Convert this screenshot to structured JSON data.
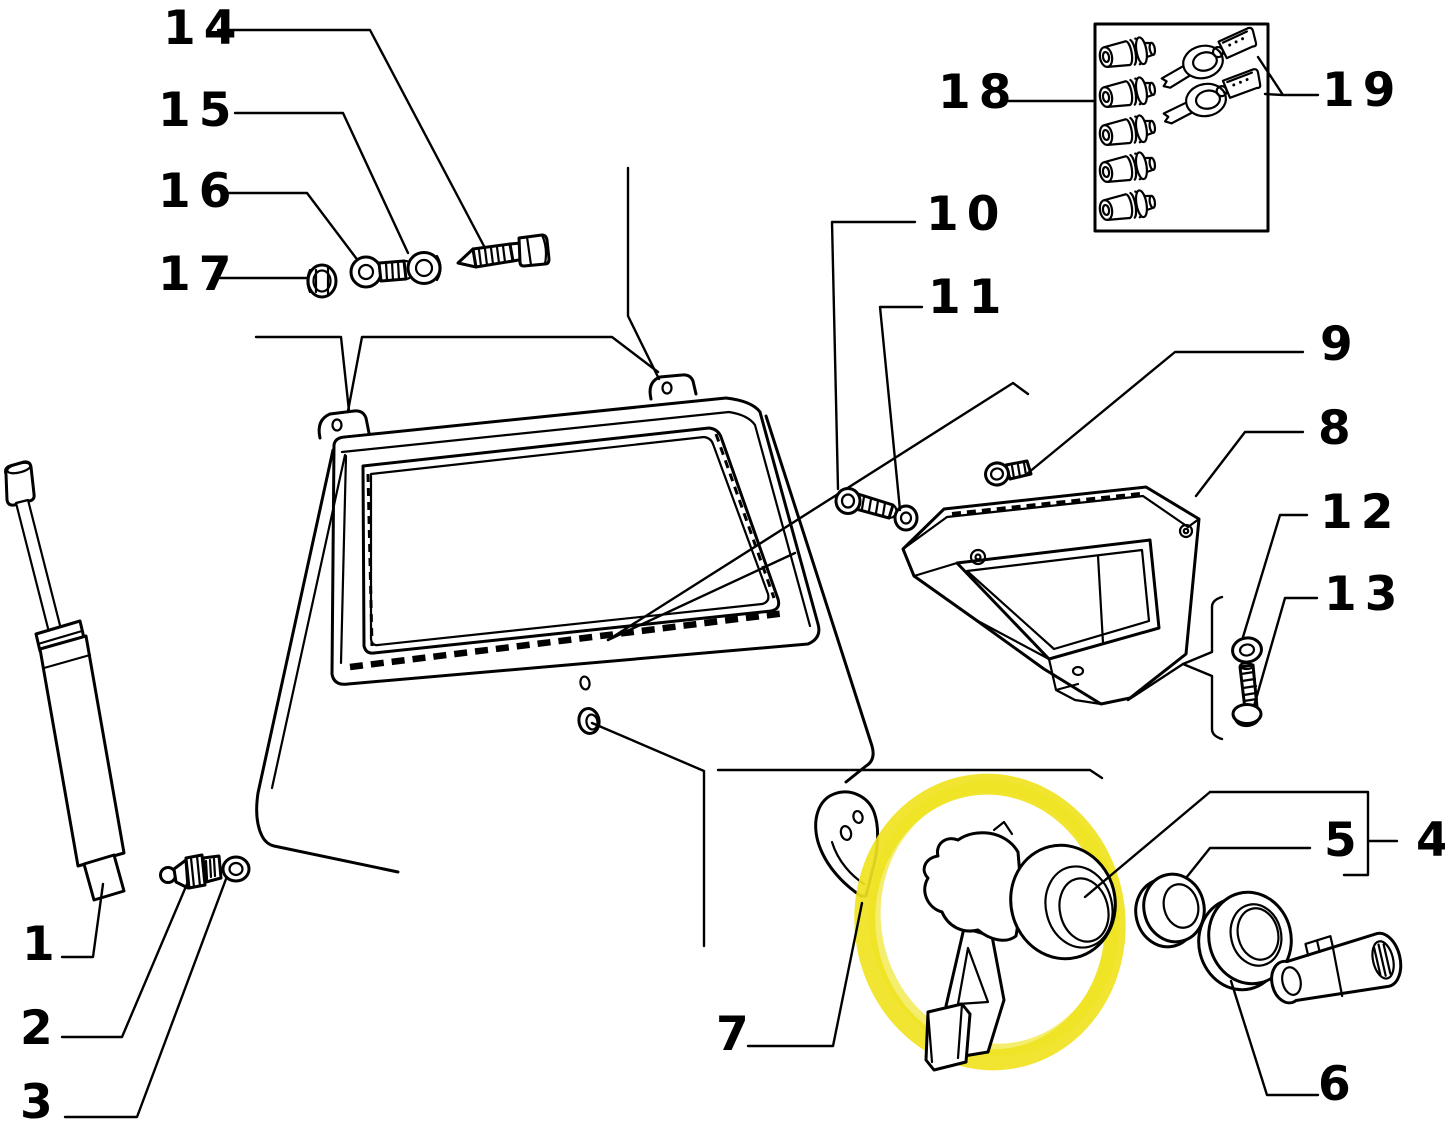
{
  "canvas": {
    "background": "#ffffff",
    "line_color": "#000000"
  },
  "highlight": {
    "color": "#f0e321",
    "style": "hand-drawn-ellipse-marker"
  },
  "callouts": {
    "c1": {
      "label": "1"
    },
    "c2": {
      "label": "2"
    },
    "c3": {
      "label": "3"
    },
    "c4": {
      "label": "4"
    },
    "c5": {
      "label": "5"
    },
    "c6": {
      "label": "6"
    },
    "c7": {
      "label": "7"
    },
    "c8": {
      "label": "8"
    },
    "c9": {
      "label": "9"
    },
    "c10": {
      "label": "10"
    },
    "c11": {
      "label": "11"
    },
    "c12": {
      "label": "12"
    },
    "c13": {
      "label": "13"
    },
    "c14": {
      "label": "14"
    },
    "c15": {
      "label": "15"
    },
    "c16": {
      "label": "16"
    },
    "c17": {
      "label": "17"
    },
    "c18": {
      "label": "18"
    },
    "c19": {
      "label": "19"
    }
  }
}
